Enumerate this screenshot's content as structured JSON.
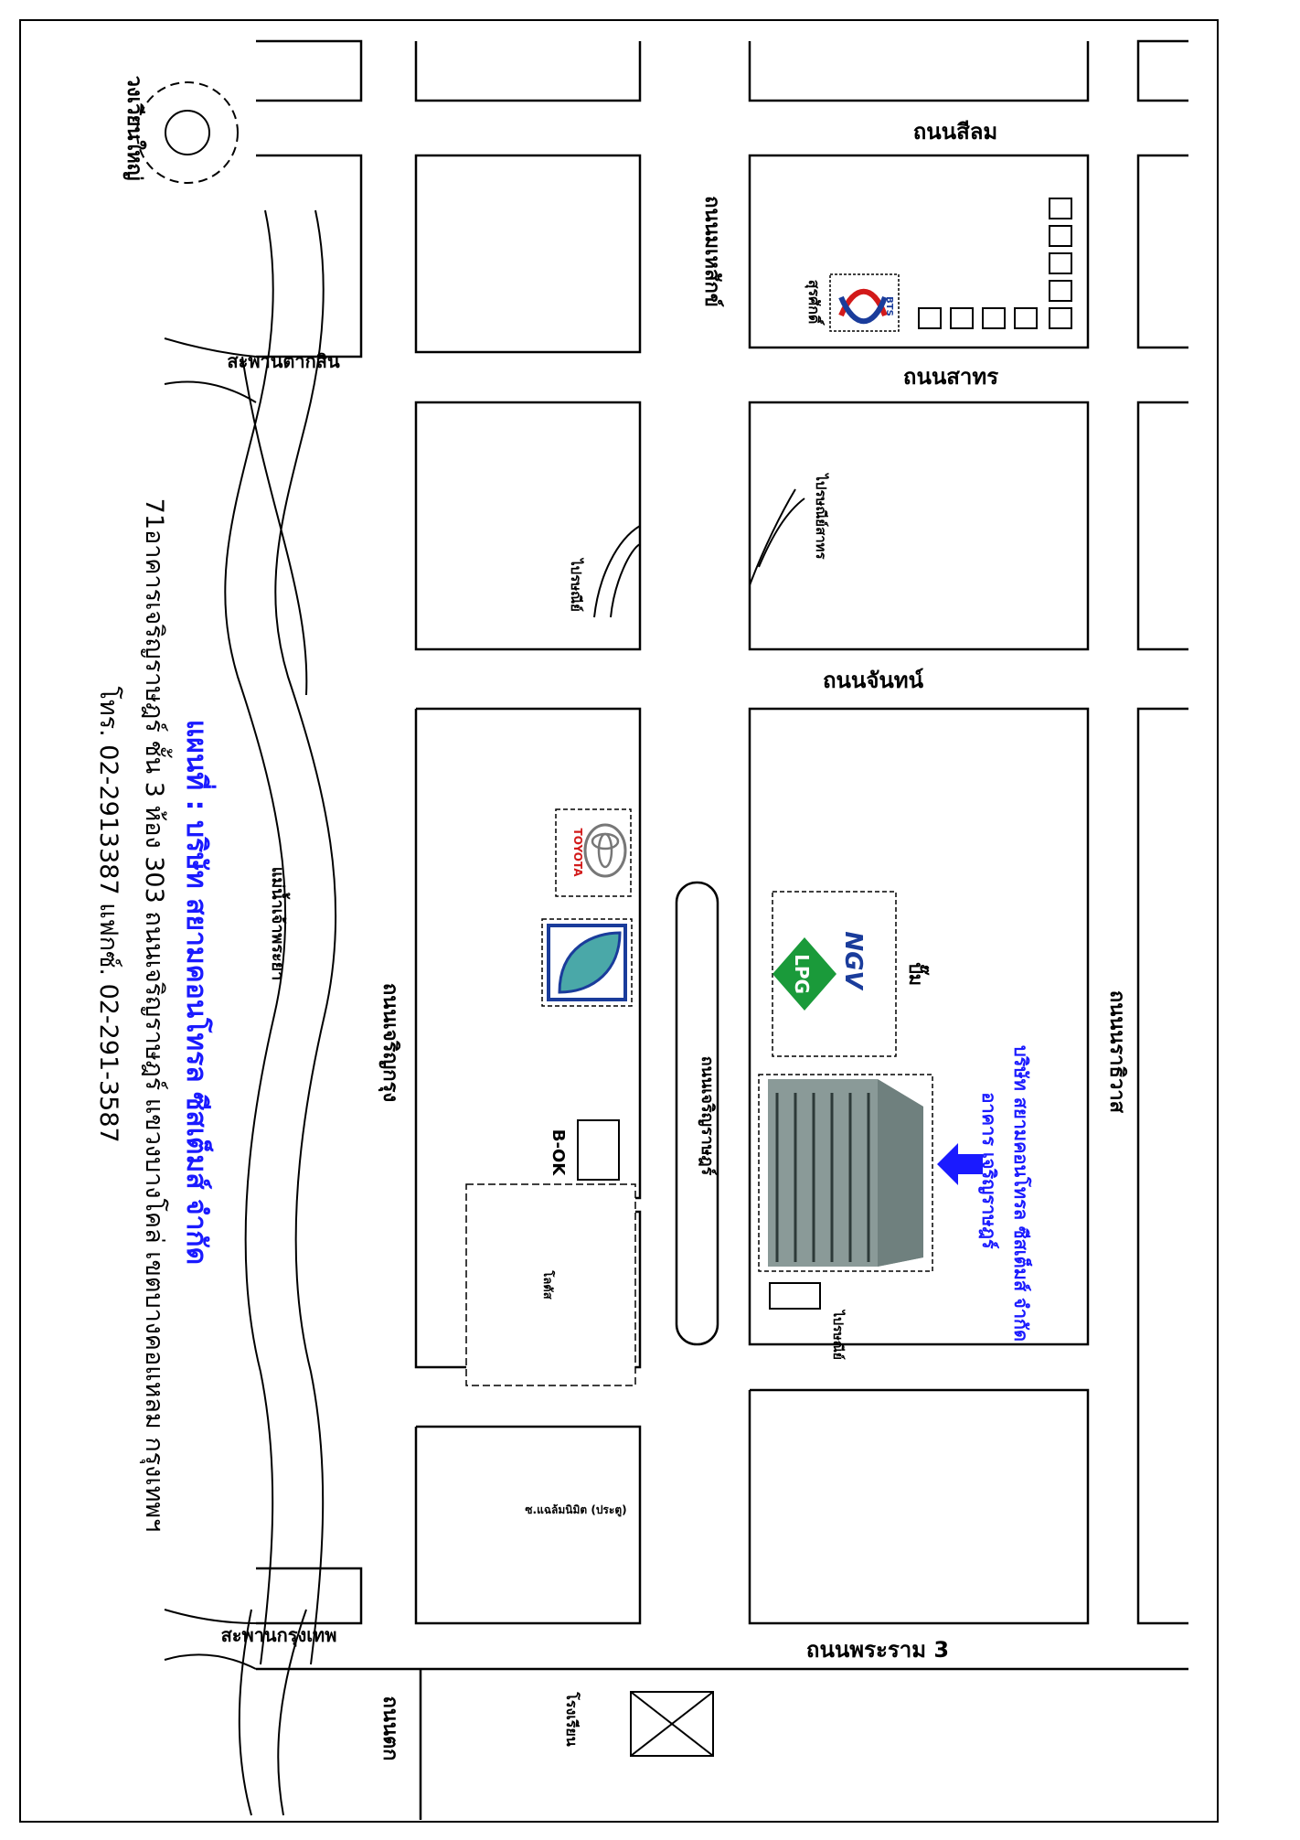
{
  "colors": {
    "line": "#000000",
    "accent": "#1a1aff",
    "lpg_green": "#1a9a3a",
    "bts_red": "#d21a1a",
    "bts_blue": "#1a3c9b"
  },
  "roads": {
    "silom": "ถนนสีลม",
    "sathorn": "ถนนสาทร",
    "chan": "ถนนจันทน์",
    "rama3": "ถนนพระราม 3",
    "mahesak": "ถนนมเหสักข์",
    "charoenkrung": "ถนนเจริญกรุง",
    "charoenrat": "ถนนเจริญราษฎร์",
    "narathiwat": "ถนนนราธิวาส",
    "tok": "ถนนตก"
  },
  "landmarks": {
    "wongwian": "วงเวียนใหญ่",
    "taksin_bridge": "สะพานตากสิน",
    "krungthep_bridge": "สะพานกรุงเทพ",
    "river": "แม่น้ำเจ้าพระยา",
    "bts_station": "สุรศักดิ์",
    "bts_logo_text": "BTS",
    "post_sathorn": "ไปรษณีย์สาทร",
    "post_chan": "ไปรษณีย์",
    "toyota": "TOYOTA",
    "b_ok": "B-OK",
    "lotus": "โลตัส",
    "soi": "ซ.แฉล้มนิมิต (ประตู)",
    "pump_label": "ปั๊ม",
    "lpg": "LPG",
    "ngv": "NGV",
    "building_name": "อาคาร เจริญราษฎร์",
    "company_name": "บริษัท สยามคอนโทรล ซีสเต็มส์ จำกัด",
    "post_small": "ไปรษณีย์",
    "school": "โรงเรียน"
  },
  "address": {
    "company_line": "แผนที่ : บริษัท สยามคอนโทรล ซีสเต็มส์ จำกัด",
    "line1": "71อาคารเจริญราษฎร์ ชั้น 3 ห้อง 303 ถนนเจริญราษฎร์ แขวงบางโคล่ เขตบางคอแหลม กรุงเทพฯ",
    "line2": "โทร. 02-2913387 แฟกซ์. 02-291-3587"
  }
}
